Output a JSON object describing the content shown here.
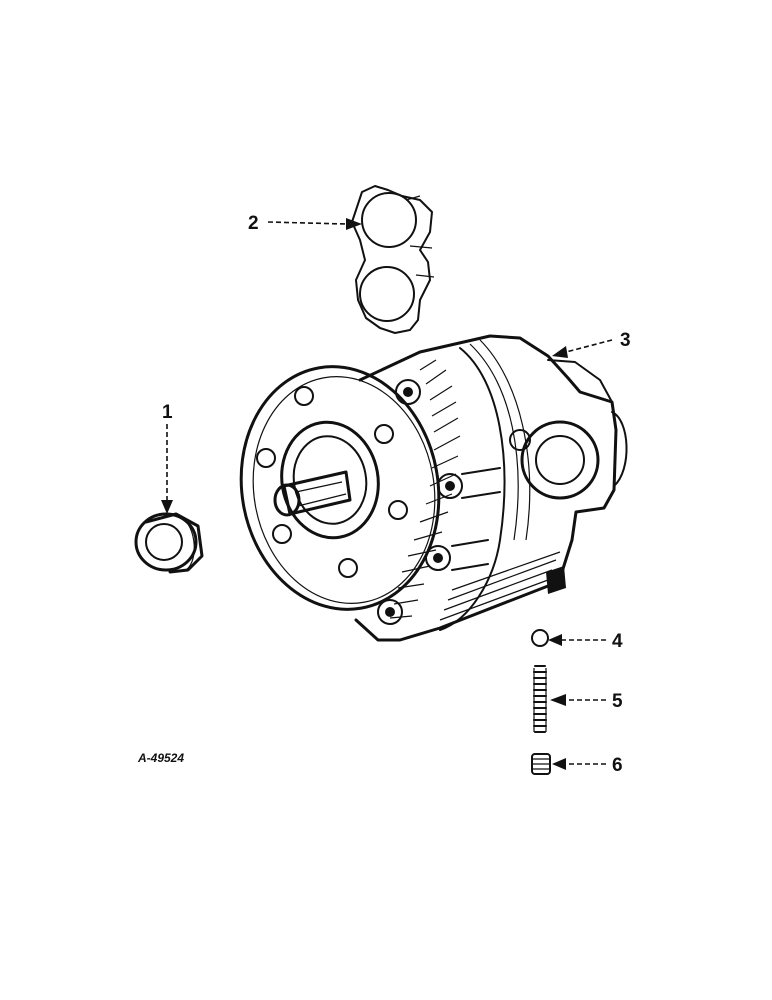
{
  "figure_code": "A-49524",
  "callouts": [
    {
      "id": "1",
      "label": "1"
    },
    {
      "id": "2",
      "label": "2"
    },
    {
      "id": "3",
      "label": "3"
    },
    {
      "id": "4",
      "label": "4"
    },
    {
      "id": "5",
      "label": "5"
    },
    {
      "id": "6",
      "label": "6"
    }
  ]
}
